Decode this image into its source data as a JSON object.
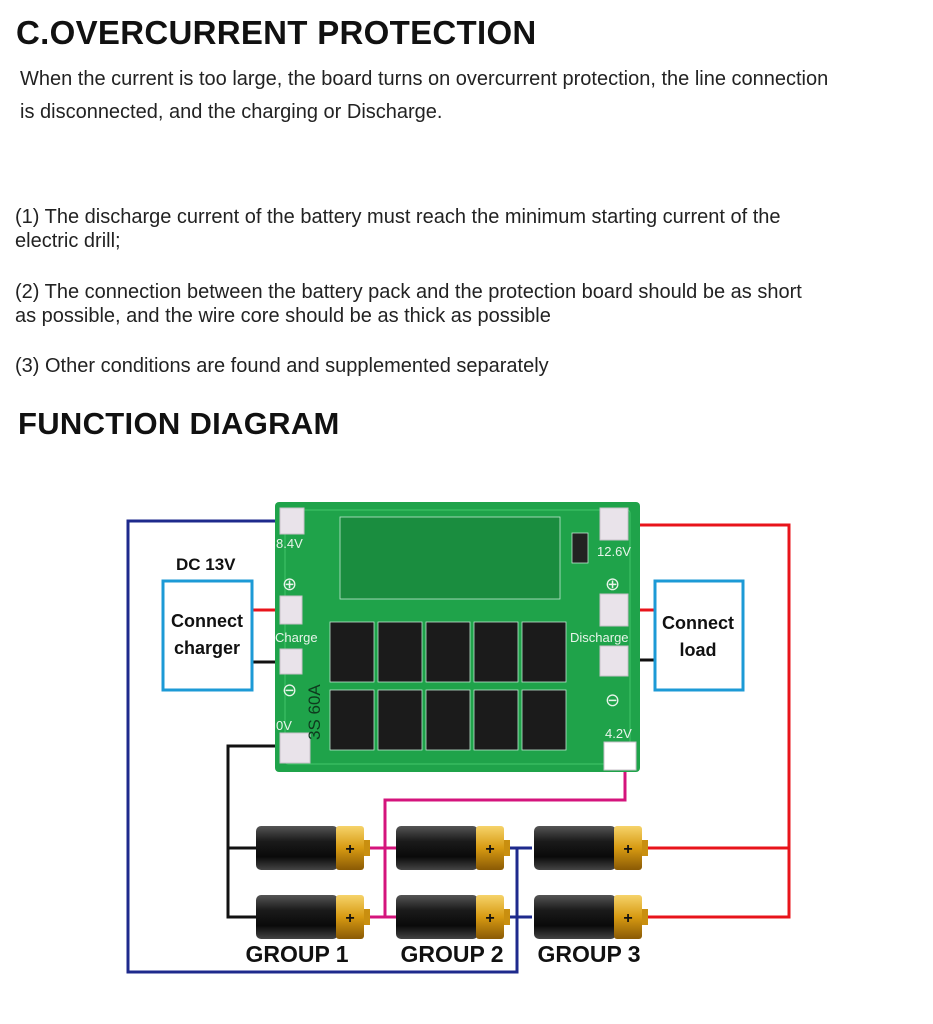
{
  "section_c": {
    "title": "C.OVERCURRENT PROTECTION",
    "desc_line1": "When the current is too large, the board turns on overcurrent protection, the line connection",
    "desc_line2": "is disconnected, and the charging or Discharge."
  },
  "notes": [
    {
      "line1": "(1) The discharge current of the battery must reach the minimum starting current of the",
      "line2": "electric drill;"
    },
    {
      "line1": "(2) The connection between the battery pack and the protection board should be as short",
      "line2": "as possible, and the wire core should be as thick as possible"
    },
    {
      "line1": "(3) Other conditions are found and supplemented separately"
    }
  ],
  "function_diagram": {
    "title": "FUNCTION DIAGRAM",
    "dc_label": "DC 13V",
    "charger_box": {
      "line1": "Connect",
      "line2": "charger"
    },
    "load_box": {
      "line1": "Connect",
      "line2": "load"
    },
    "board": {
      "pad_8_4v": "8.4V",
      "pad_12_6v": "12.6V",
      "pad_4_2v": "4.2V",
      "pad_0v": "0V",
      "charge": "Charge",
      "discharge": "Discharge",
      "rating": "3S 60A",
      "plus": "⊕",
      "minus": "⊖"
    },
    "groups": [
      "GROUP 1",
      "GROUP 2",
      "GROUP 3"
    ],
    "battery_plus": "+",
    "colors": {
      "navy": "#1e2a8c",
      "red": "#e8141b",
      "black": "#111111",
      "magenta": "#d4147c",
      "box": "#1c9ad6",
      "pcb": "#1fa34a"
    }
  }
}
